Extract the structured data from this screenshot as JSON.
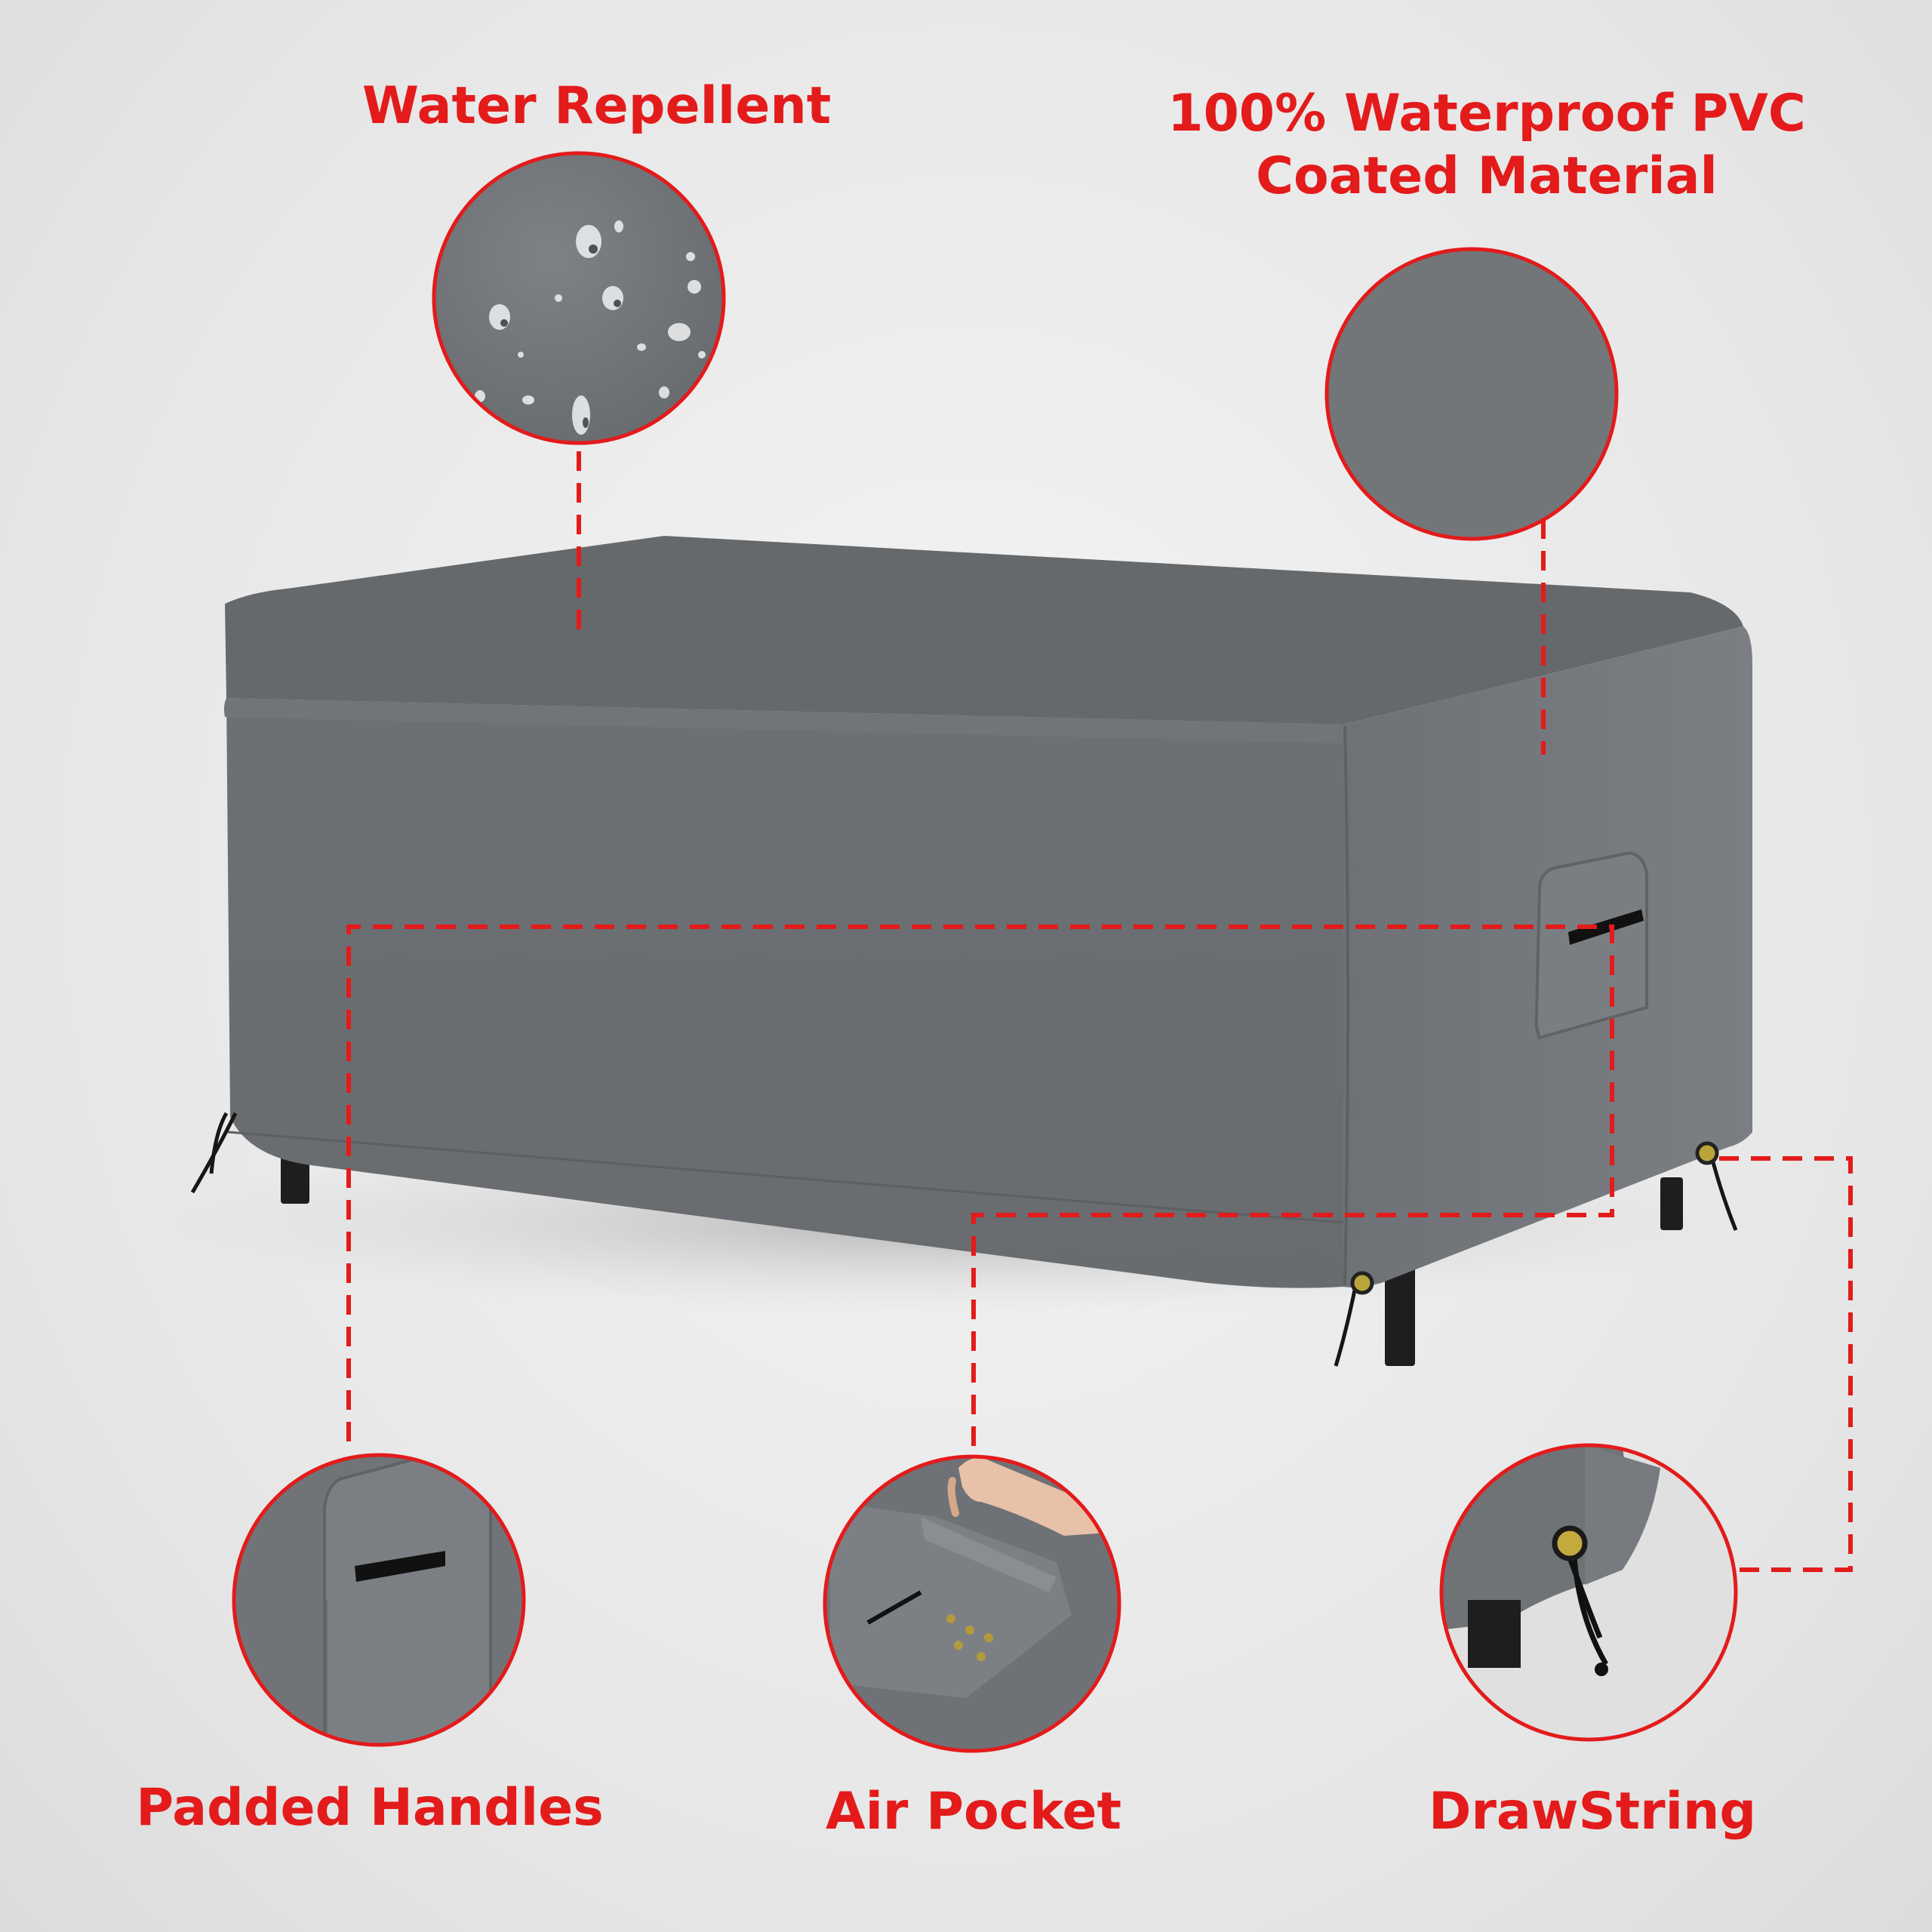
{
  "features": {
    "water_repellent": "Water Repellent",
    "waterproof_line1": "100% Waterproof PVC",
    "waterproof_line2": "Coated Material",
    "padded_handles": "Padded Handles",
    "air_pocket": "Air Pocket",
    "drawstring": "DrawString"
  },
  "colors": {
    "accent": "#e31b1b",
    "cover_front": "#6e7174",
    "cover_top": "#66696c",
    "cover_side": "#73777b",
    "legs": "#1e1e1e",
    "background": "#eaeaea"
  },
  "icons": [
    "water-droplets-icon",
    "handle-strap-icon",
    "drawstring-toggle-icon",
    "hand-icon"
  ]
}
